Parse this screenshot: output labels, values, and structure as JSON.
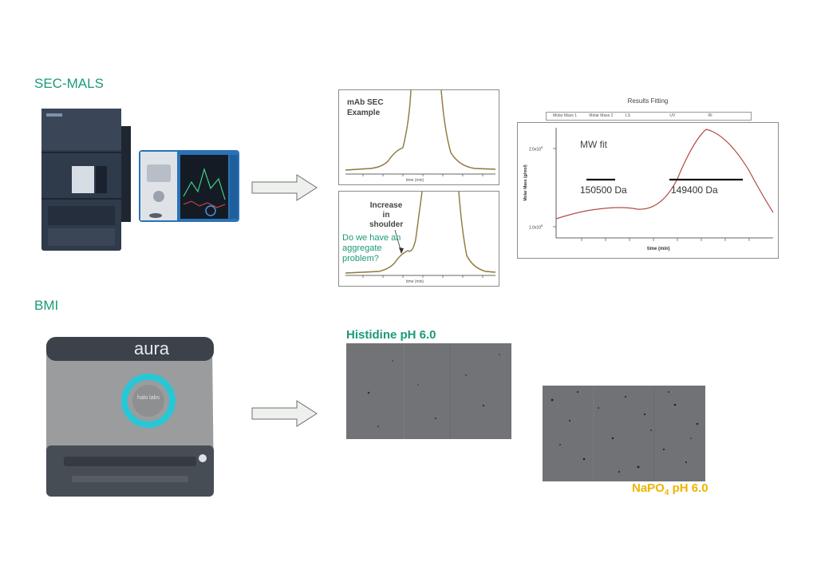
{
  "sections": {
    "sec_mals": "SEC-MALS",
    "bmi": "BMI"
  },
  "instruments": {
    "aura_brand": "aura",
    "aura_ring_text": "halo labs"
  },
  "chart1": {
    "title_line1": "mAb SEC",
    "title_line2": "Example",
    "xlabel": "time (min)"
  },
  "chart2": {
    "note_line1": "Increase",
    "note_line2": "in",
    "note_line3": "shoulder",
    "question_line1": "Do we have an",
    "question_line2": "aggregate",
    "question_line3": "problem?",
    "xlabel": "time (min)"
  },
  "chart3": {
    "title": "Results Fitting",
    "legend": [
      "Molar Mass 1",
      "Molar Mass 2",
      "LS",
      "UV",
      "RI"
    ],
    "ylabel": "Molar Mass (g/mol)",
    "xlabel": "time (min)",
    "ytick_top_base": "2.0x10",
    "ytick_top_exp": "5",
    "ytick_bottom_base": "1.0x10",
    "ytick_bottom_exp": "5",
    "annotation_fit": "MW fit",
    "annotation_left": "150500 Da",
    "annotation_right": "149400 Da"
  },
  "micrographs": {
    "top_label": "Histidine pH 6.0",
    "bottom_label_prefix": "NaPO",
    "bottom_label_sub": "4",
    "bottom_label_suffix": " pH 6.0"
  },
  "colors": {
    "accent_green": "#1a9a78",
    "label_orange": "#f0b400",
    "trace_green": "#3fae3f",
    "trace_red": "#d24a3a"
  }
}
